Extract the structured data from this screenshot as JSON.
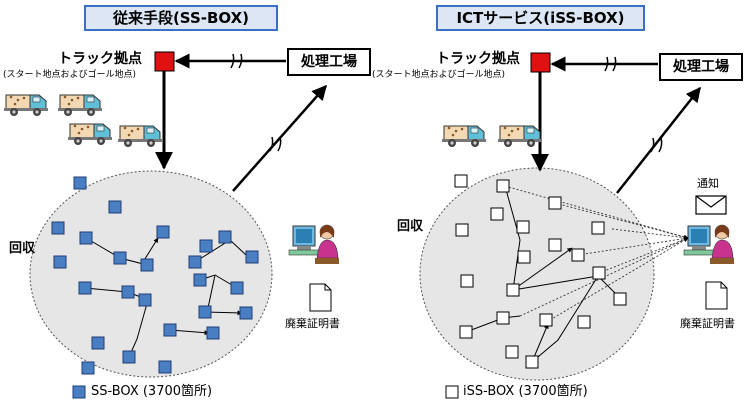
{
  "left": {
    "title": "従来手段(SS-BOX)",
    "hub_label": "トラック拠点",
    "hub_sub": "(スタート地点およびゴール地点)",
    "plant_label": "処理工場",
    "collect_label": "回収",
    "cert_label": "廃棄証明書",
    "legend": "SS-BOX (3700箇所)"
  },
  "right": {
    "title": "ICTサービス(iSS-BOX)",
    "hub_label": "トラック拠点",
    "hub_sub": "(スタート地点およびゴール地点)",
    "plant_label": "処理工場",
    "collect_label": "回収",
    "notice_label": "通知",
    "cert_label": "廃棄証明書",
    "legend": "iSS-BOX (3700箇所)"
  },
  "colors": {
    "title_border": "#3b6fc4",
    "title_fill": "#dce6f4",
    "hub_red": "#e11111",
    "box_blue": "#4a7ec2",
    "ellipse_fill": "#e6e6e6"
  },
  "icons": [
    "truck-icon",
    "operator-icon",
    "document-icon",
    "envelope-icon"
  ]
}
